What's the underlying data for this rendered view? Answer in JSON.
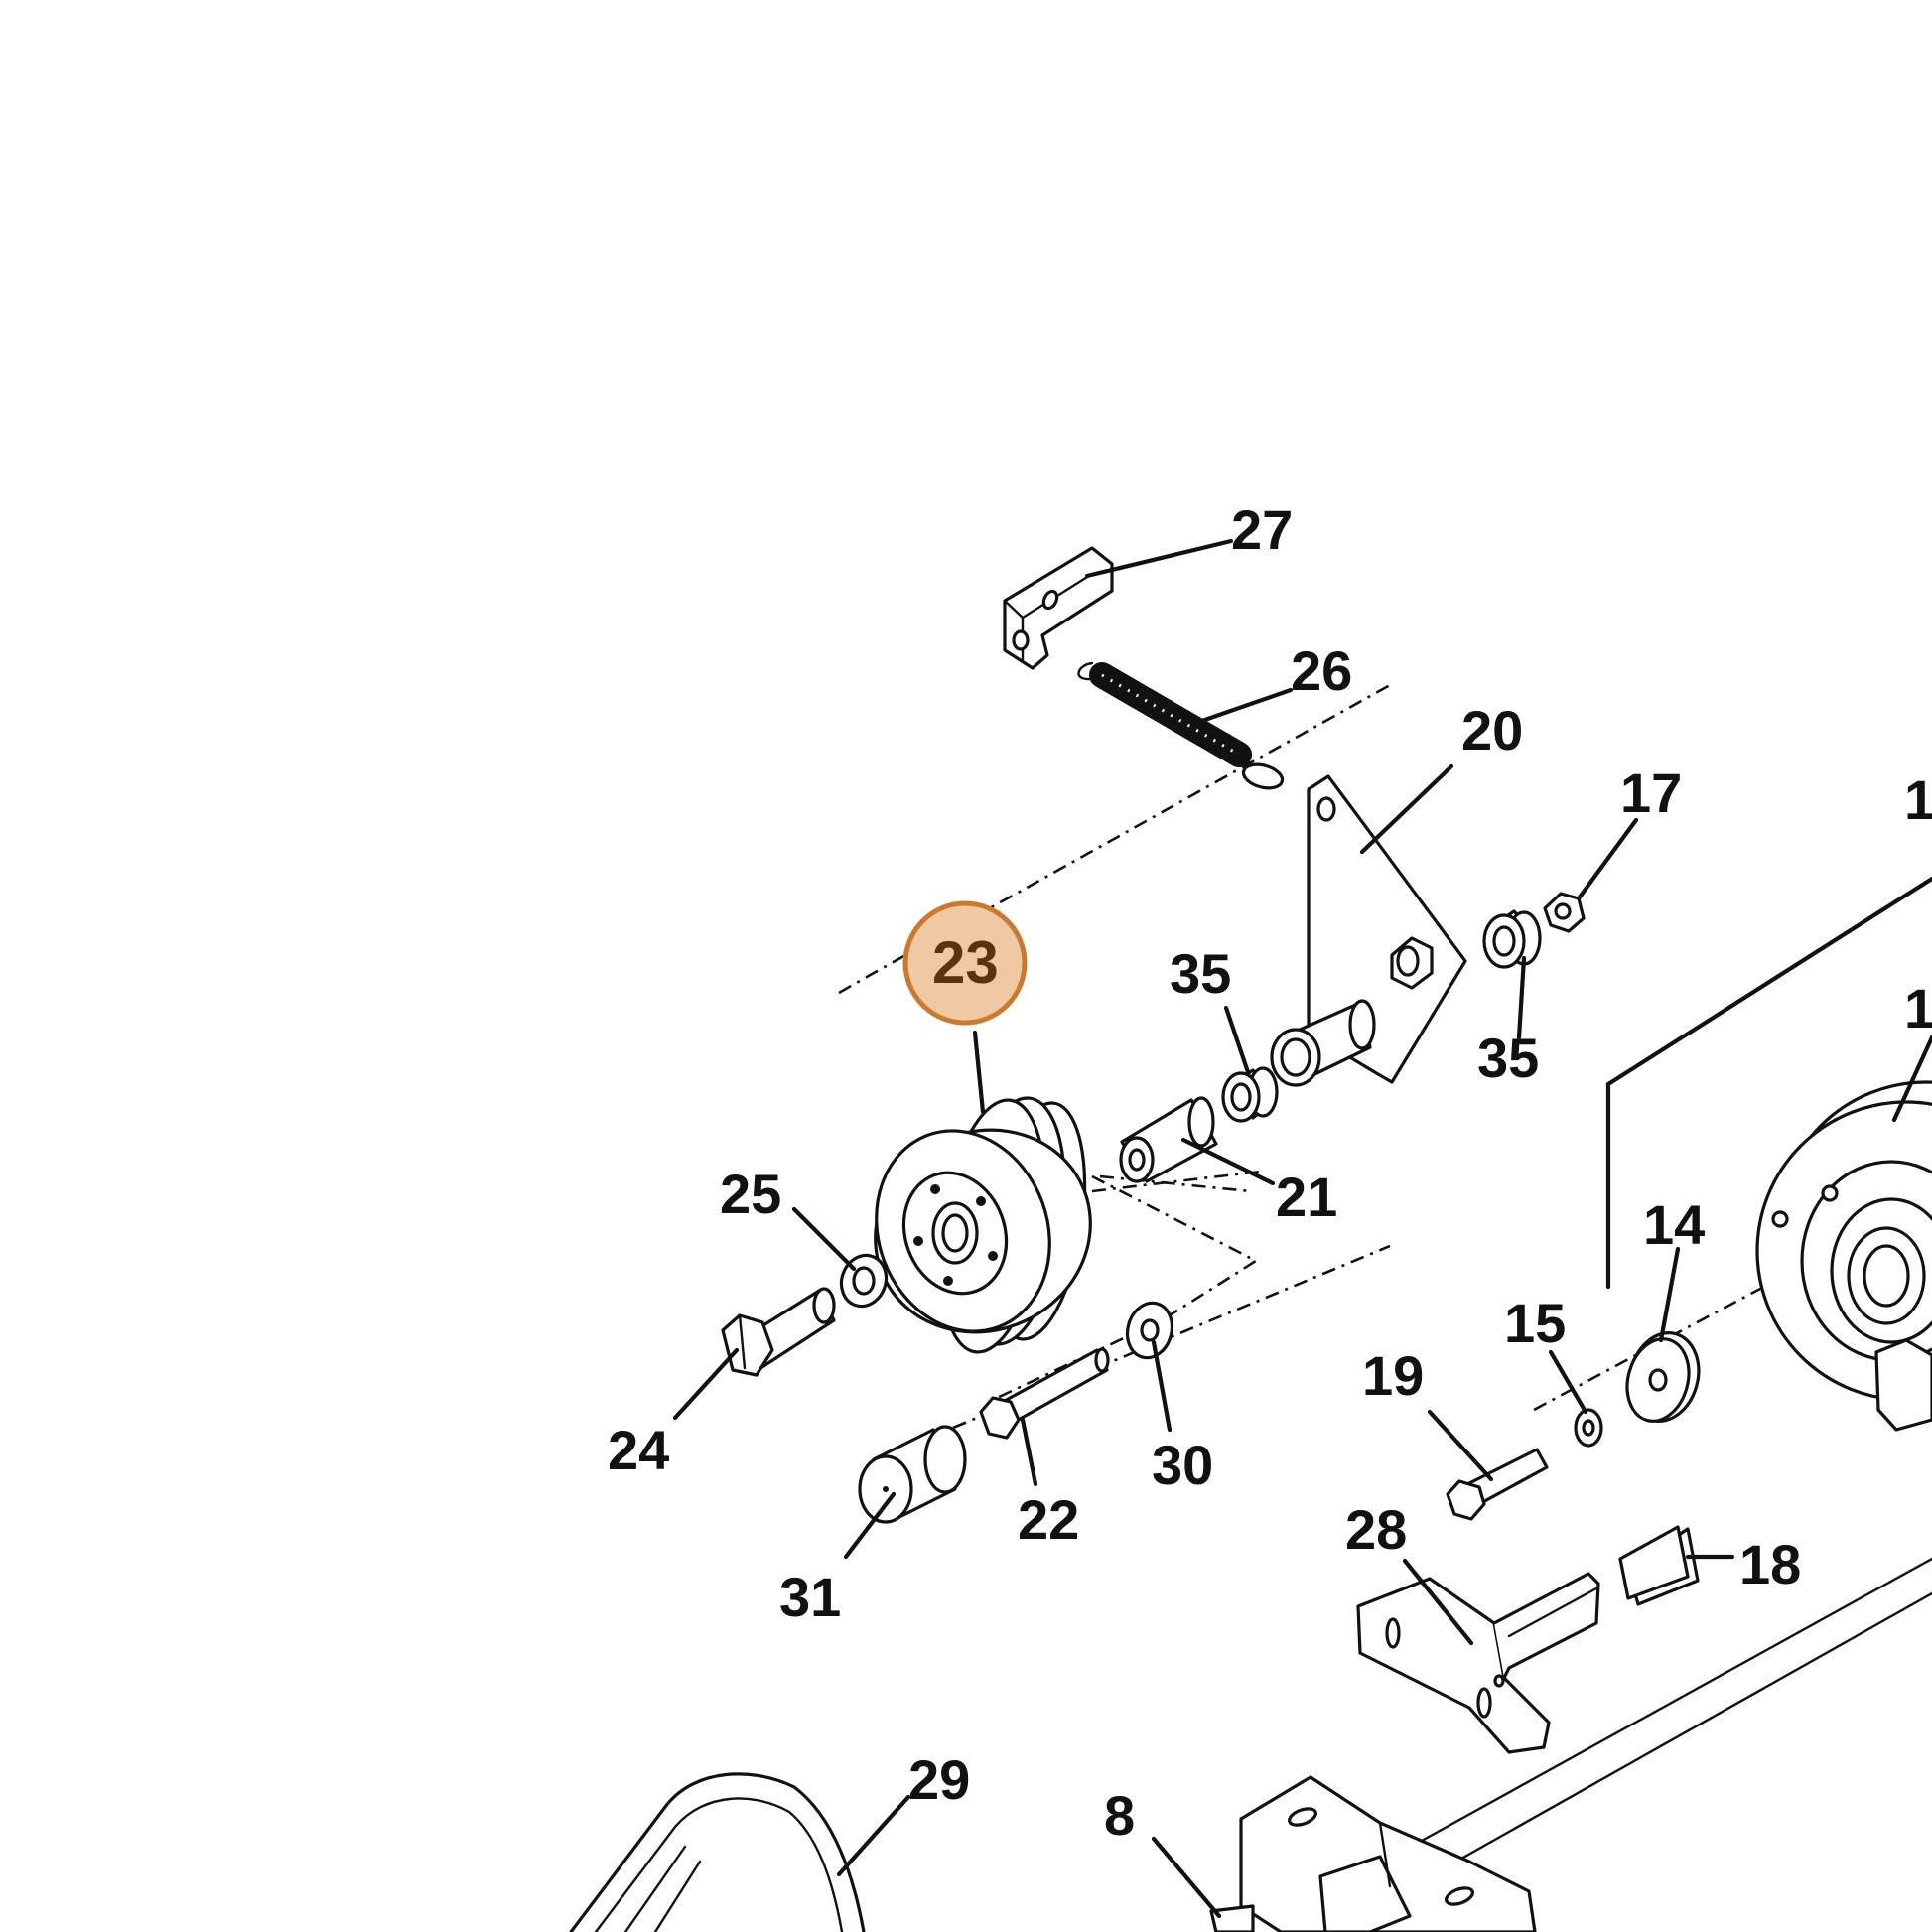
{
  "diagram": {
    "highlighted_callout": "23",
    "highlight_fill": "#efc9a4",
    "highlight_stroke": "#c97a30",
    "callouts": [
      {
        "id": "27",
        "label": "27"
      },
      {
        "id": "26",
        "label": "26"
      },
      {
        "id": "20",
        "label": "20"
      },
      {
        "id": "17",
        "label": "17"
      },
      {
        "id": "1a",
        "label": "1"
      },
      {
        "id": "1b",
        "label": "1"
      },
      {
        "id": "23",
        "label": "23"
      },
      {
        "id": "35a",
        "label": "35"
      },
      {
        "id": "35b",
        "label": "35"
      },
      {
        "id": "25",
        "label": "25"
      },
      {
        "id": "21",
        "label": "21"
      },
      {
        "id": "14",
        "label": "14"
      },
      {
        "id": "15",
        "label": "15"
      },
      {
        "id": "19",
        "label": "19"
      },
      {
        "id": "24",
        "label": "24"
      },
      {
        "id": "30",
        "label": "30"
      },
      {
        "id": "22",
        "label": "22"
      },
      {
        "id": "31",
        "label": "31"
      },
      {
        "id": "28",
        "label": "28"
      },
      {
        "id": "18",
        "label": "18"
      },
      {
        "id": "29",
        "label": "29"
      },
      {
        "id": "8",
        "label": "8"
      }
    ]
  }
}
